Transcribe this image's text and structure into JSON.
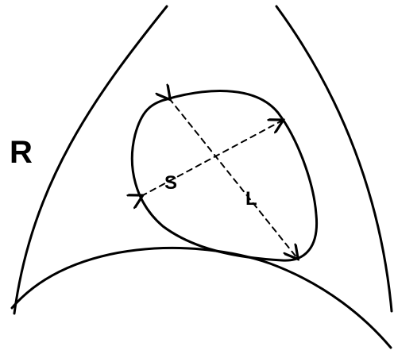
{
  "labels": {
    "side": "R",
    "short_axis": "S",
    "long_axis": "L"
  }
}
